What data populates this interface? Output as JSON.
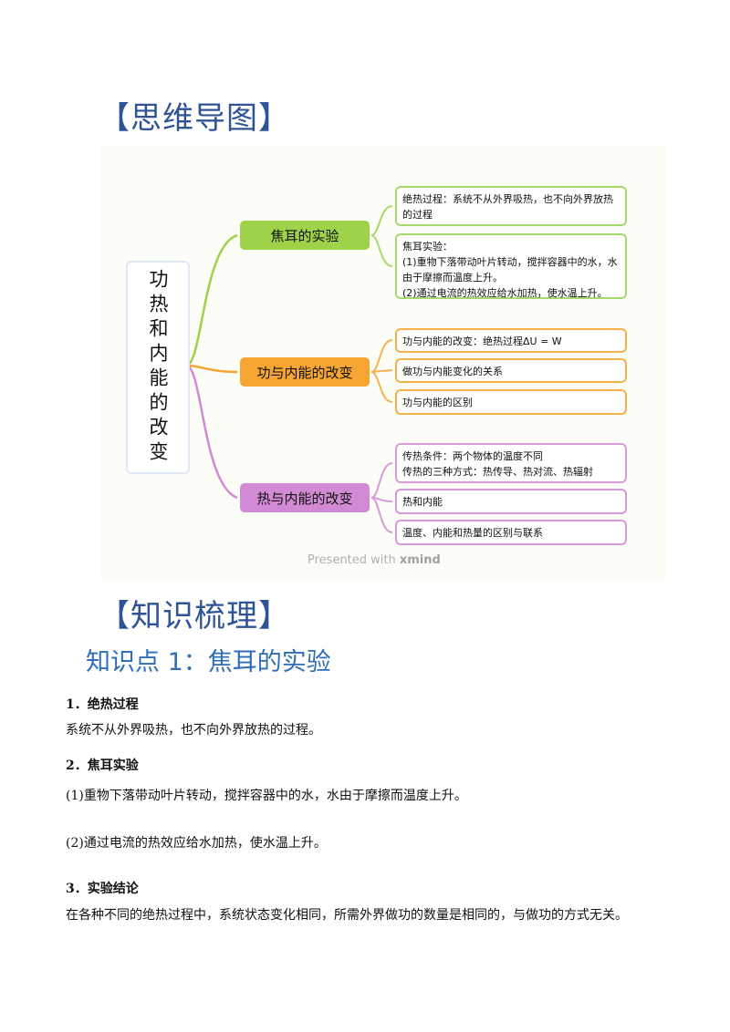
{
  "section1_title": "【思维导图】",
  "mindmap": {
    "root": "功热和内能的改变",
    "branches": [
      {
        "label": "焦耳的实验",
        "color": "#9ed24a",
        "items": [
          "绝热过程：系统不从外界吸热，也不向外界放热的过程",
          "焦耳实验：\n(1)重物下落带动叶片转动，搅拌容器中的水，水由于摩擦而温度上升。\n(2)通过电流的热效应给水加热，使水温上升。"
        ]
      },
      {
        "label": "功与内能的改变",
        "color": "#f7a532",
        "items": [
          "功与内能的改变：绝热过程ΔU = W",
          "做功与内能变化的关系",
          "功与内能的区别"
        ]
      },
      {
        "label": "热与内能的改变",
        "color": "#d38ad5",
        "items": [
          "传热条件：两个物体的温度不同\n传热的三种方式：热传导、热对流、热辐射",
          "热和内能",
          "温度、内能和热量的区别与联系"
        ]
      }
    ],
    "watermark_prefix": "Presented with ",
    "watermark_brand": "xmind"
  },
  "section2_title": "【知识梳理】",
  "knowledge_point_title": "知识点 1：焦耳的实验",
  "points": [
    {
      "heading": "1．绝热过程",
      "lines": [
        "系统不从外界吸热，也不向外界放热的过程。"
      ]
    },
    {
      "heading": "2．焦耳实验",
      "lines": [
        "(1)重物下落带动叶片转动，搅拌容器中的水，水由于摩擦而温度上升。",
        "(2)通过电流的热效应给水加热，使水温上升。"
      ]
    },
    {
      "heading": "3．实验结论",
      "lines": [
        "在各种不同的绝热过程中，系统状态变化相同，所需外界做功的数量是相同的，与做功的方式无关。"
      ]
    }
  ]
}
